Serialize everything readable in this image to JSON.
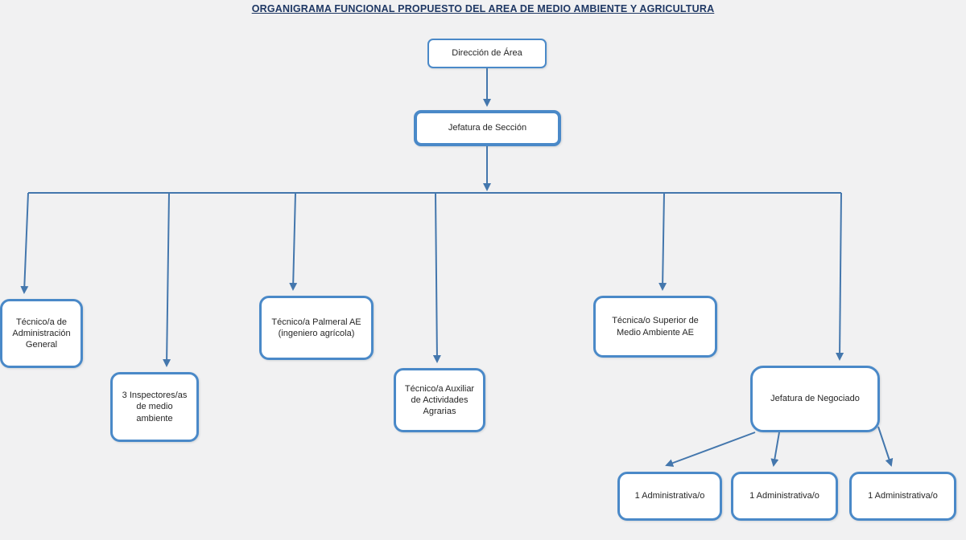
{
  "title": "ORGANIGRAMA FUNCIONAL PROPUESTO DEL AREA DE MEDIO AMBIENTE Y AGRICULTURA",
  "nodes": {
    "direccion_area": {
      "label": "Dirección de Área"
    },
    "jefatura_seccion": {
      "label": "Jefatura de Sección"
    },
    "tecnico_admin_general": {
      "label": "Técnico/a de Administración General"
    },
    "inspectores_medio_ambiente": {
      "label": "3 Inspectores/as de medio ambiente"
    },
    "tecnico_palmeral": {
      "label": "Técnico/a Palmeral AE (ingeniero agrícola)"
    },
    "tecnico_auxiliar_agrarias": {
      "label": "Técnico/a Auxiliar de Actividades Agrarias"
    },
    "tecnica_superior_medio_ambiente": {
      "label": "Técnica/o Superior de Medio Ambiente AE"
    },
    "jefatura_negociado": {
      "label": "Jefatura de Negociado"
    },
    "administrativo_1": {
      "label": "1 Administrativa/o"
    },
    "administrativo_2": {
      "label": "1 Administrativa/o"
    },
    "administrativo_3": {
      "label": "1 Administrativa/o"
    }
  },
  "colors": {
    "box_border": "#4a89c8",
    "connector": "#4477ad",
    "title_color": "#1f3864"
  }
}
